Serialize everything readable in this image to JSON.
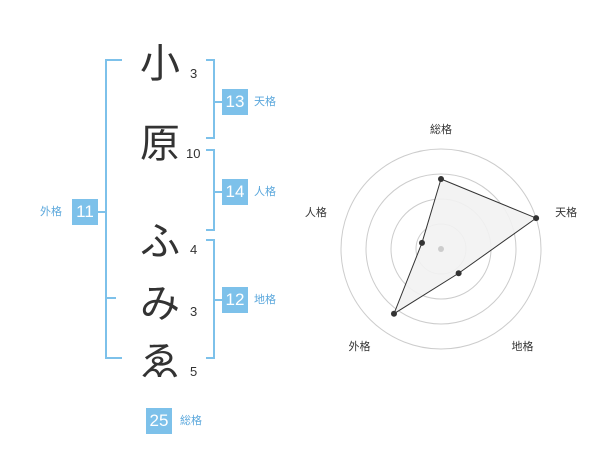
{
  "name": {
    "chars": [
      {
        "char": "小",
        "strokes": "3"
      },
      {
        "char": "原",
        "strokes": "10"
      },
      {
        "char": "ふ",
        "strokes": "4"
      },
      {
        "char": "み",
        "strokes": "3"
      },
      {
        "char": "ゑ",
        "strokes": "5"
      }
    ]
  },
  "kaku": {
    "ten": {
      "value": "13",
      "label": "天格"
    },
    "jin": {
      "value": "14",
      "label": "人格"
    },
    "chi": {
      "value": "12",
      "label": "地格"
    },
    "gai": {
      "value": "11",
      "label": "外格"
    },
    "sou": {
      "value": "25",
      "label": "総格"
    }
  },
  "chart_data": {
    "type": "radar",
    "axes": [
      "総格",
      "天格",
      "地格",
      "外格",
      "人格"
    ],
    "values": [
      0.7,
      1.0,
      0.3,
      0.8,
      0.2
    ],
    "range": [
      0,
      1
    ],
    "rings": 4,
    "colors": {
      "fill": "#f2f2f2",
      "line": "#333333",
      "grid": "#cccccc",
      "center": "#cccccc"
    }
  },
  "colors": {
    "accent": "#7dc1ea",
    "accent_text": "#5aa7dc"
  }
}
